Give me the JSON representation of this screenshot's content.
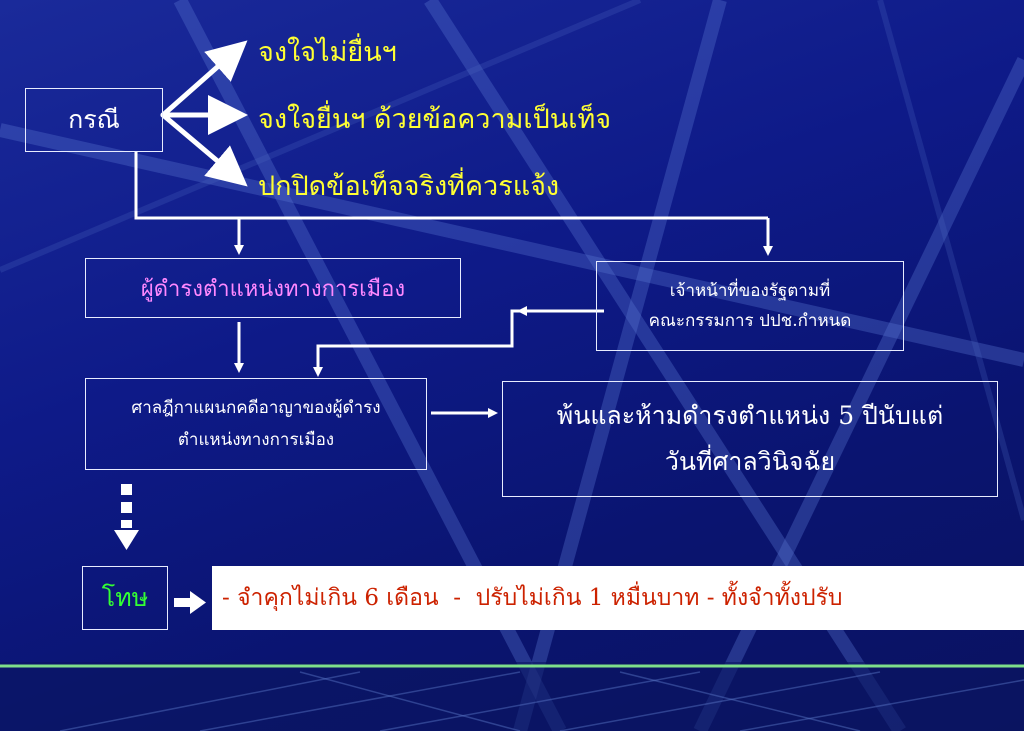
{
  "case": {
    "label": "กรณี",
    "options": [
      "จงใจไม่ยื่นฯ",
      "จงใจยื่นฯ ด้วยข้อความเป็นเท็จ",
      "ปกปิดข้อเท็จจริงที่ควรแจ้ง"
    ]
  },
  "political_official": "ผู้ดำรงตำแหน่งทางการเมือง",
  "state_officer": {
    "line1": "เจ้าหน้าที่ของรัฐตามที่",
    "line2": "คณะกรรมการ ปปช.กำหนด"
  },
  "court": {
    "line1": "ศาลฎีกาแผนกคดีอาญาของผู้ดำรง",
    "line2": "ตำแหน่งทางการเมือง"
  },
  "result": {
    "line1": "พ้นและห้ามดำรงตำแหน่ง 5 ปีนับแต่",
    "line2": "วันที่ศาลวินิจฉัย"
  },
  "penalty": {
    "label": "โทษ",
    "text": "- จำคุกไม่เกิน 6 เดือน  -  ปรับไม่เกิน 1 หมื่นบาท - ทั้งจำทั้งปรับ"
  },
  "colors": {
    "background": "#0d157a",
    "yellow_text": "#ffff33",
    "pink_text": "#ff88ff",
    "green_text": "#33ff33",
    "red_text": "#cc2200",
    "white": "#ffffff"
  }
}
